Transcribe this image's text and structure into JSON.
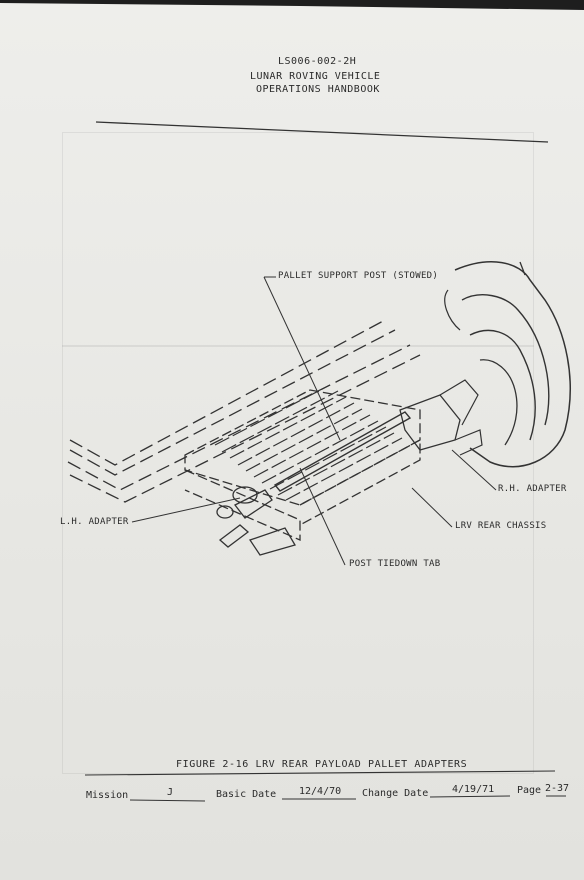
{
  "header": {
    "doc_number": "LS006-002-2H",
    "title_line1": "LUNAR ROVING VEHICLE",
    "title_line2": "OPERATIONS HANDBOOK"
  },
  "figure": {
    "callouts": {
      "pallet_support_post": "PALLET SUPPORT POST (STOWED)",
      "rh_adapter": "R.H. ADAPTER",
      "lh_adapter": "L.H. ADAPTER",
      "lrv_rear_chassis": "LRV REAR CHASSIS",
      "post_tiedown_tab": "POST TIEDOWN TAB"
    },
    "caption": "FIGURE 2-16  LRV REAR PAYLOAD PALLET ADAPTERS"
  },
  "footer": {
    "mission_label": "Mission",
    "mission_value": "J",
    "basic_date_label": "Basic Date",
    "basic_date_value": "12/4/70",
    "change_date_label": "Change Date",
    "change_date_value": "4/19/71",
    "page_label": "Page",
    "page_value": "2-37"
  }
}
